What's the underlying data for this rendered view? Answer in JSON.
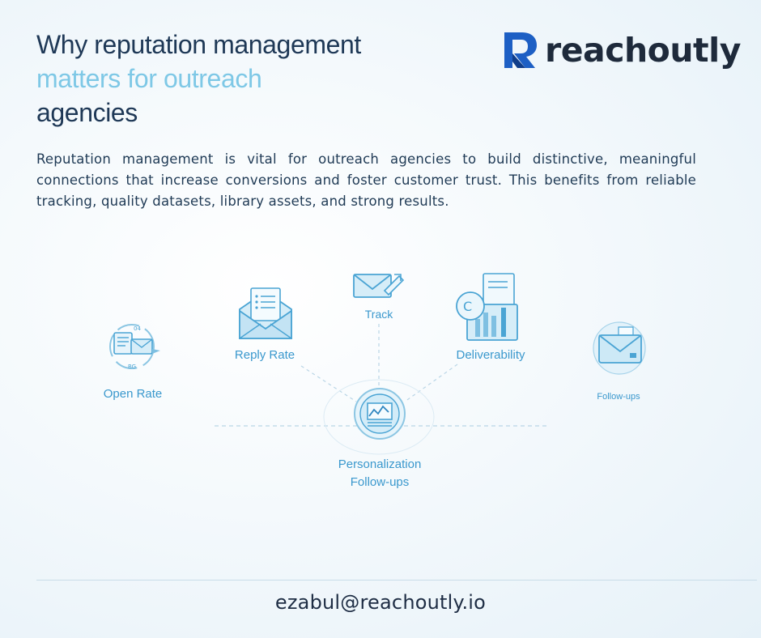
{
  "header": {
    "title_line1": "Why reputation management",
    "title_line2": "matters for outreach",
    "title_line3": "agencies",
    "brand": "reachoutly"
  },
  "description": "Reputation management is vital for outreach agencies to build distinctive, meaningful connections that increase conversions and foster customer trust. This benefits from reliable tracking, quality datasets, library assets, and strong results.",
  "diagram": {
    "open_rate": "Open Rate",
    "reply_rate": "Reply Rate",
    "track": "Track",
    "deliverability": "Deliverability",
    "follow_ups": "Follow-ups",
    "center_line1": "Personalization",
    "center_line2": "Follow-ups"
  },
  "icons": [
    "brand-logo-icon",
    "open-rate-icon",
    "reply-rate-envelope-icon",
    "track-envelope-icon",
    "deliverability-document-icon",
    "follow-ups-envelope-icon",
    "personalization-chart-icon"
  ],
  "colors": {
    "dark_text": "#1e3856",
    "light_accent": "#7ec8e6",
    "icon_blue": "#3a98cd",
    "icon_fill": "#d6edf8"
  },
  "footer": {
    "email": "ezabul@reachoutly.io"
  }
}
